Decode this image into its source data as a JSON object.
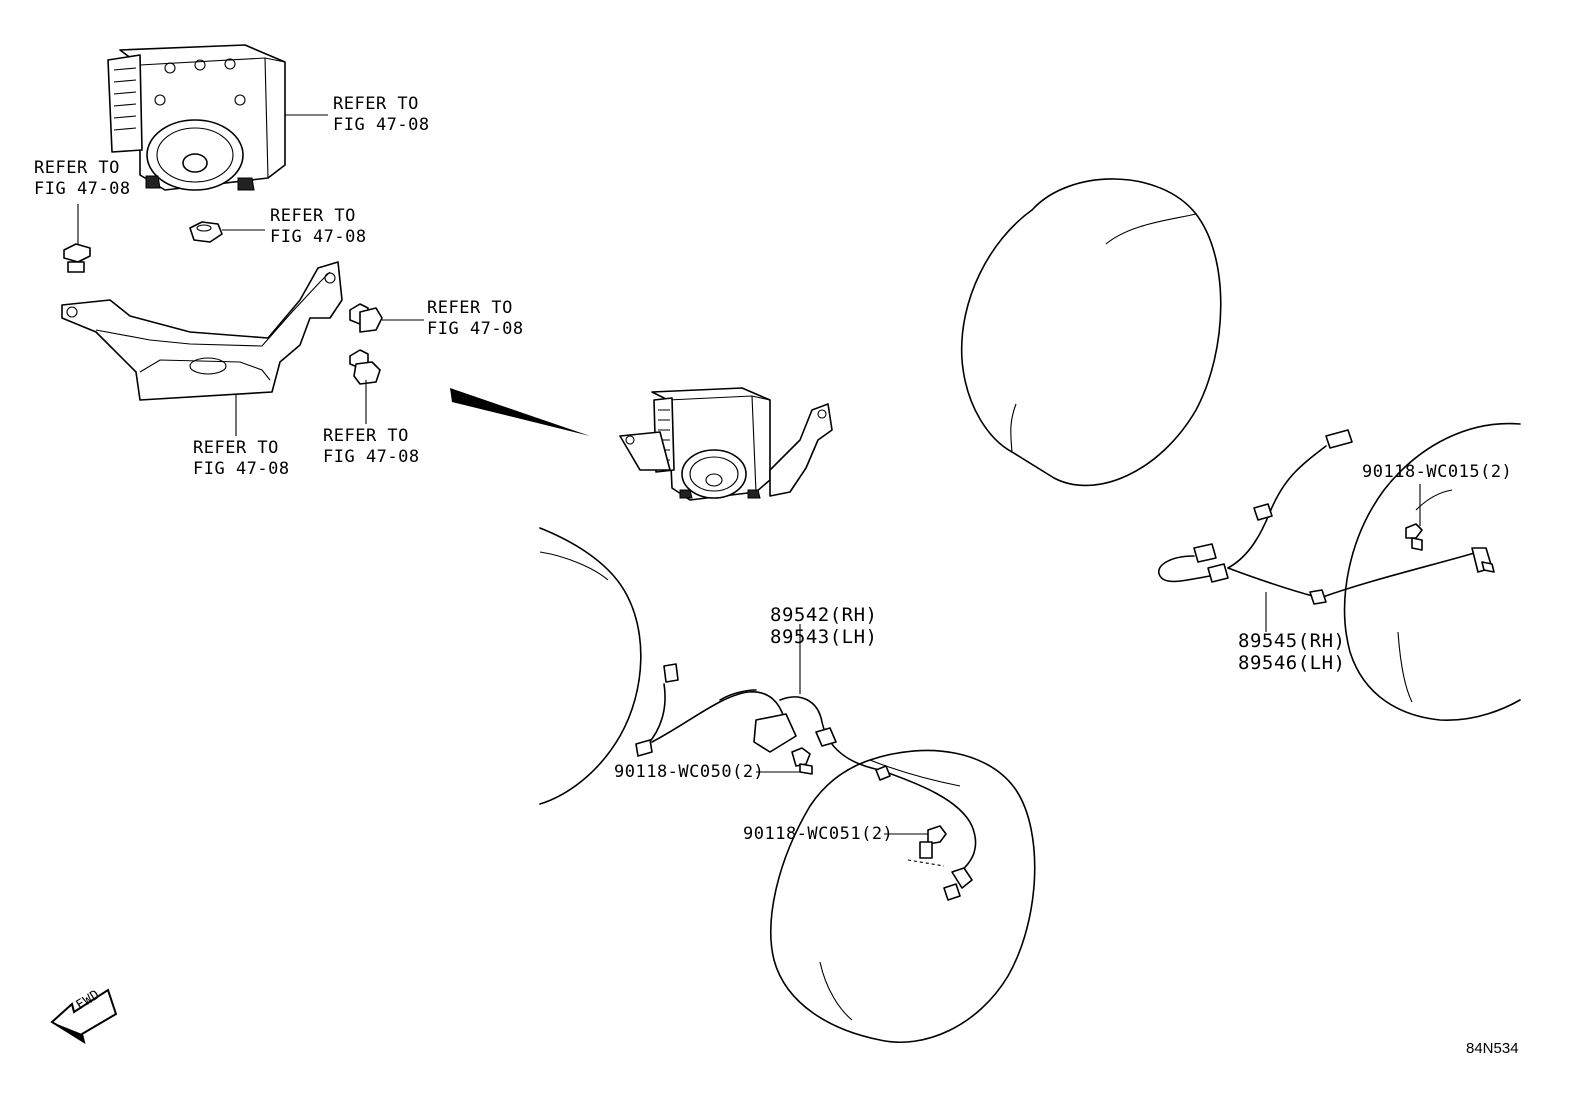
{
  "refs": {
    "modulator_top": [
      "REFER TO",
      "FIG 47-08"
    ],
    "bolt_left": [
      "REFER TO",
      "FIG 47-08"
    ],
    "grommet": [
      "REFER TO",
      "FIG 47-08"
    ],
    "bracket_bolt_upper": [
      "REFER TO",
      "FIG 47-08"
    ],
    "bracket": [
      "REFER TO",
      "FIG 47-08"
    ],
    "bracket_bolt_lower": [
      "REFER TO",
      "FIG 47-08"
    ]
  },
  "parts": {
    "front_sensor": [
      "89542(RH)",
      "89543(LH)"
    ],
    "rear_sensor": [
      "89545(RH)",
      "89546(LH)"
    ],
    "bolt_rear": "90118-WC015(2)",
    "bolt_front_1": "90118-WC050(2)",
    "bolt_front_2": "90118-WC051(2)"
  },
  "fwd_label": "FWD",
  "diagram_code": "84N534"
}
